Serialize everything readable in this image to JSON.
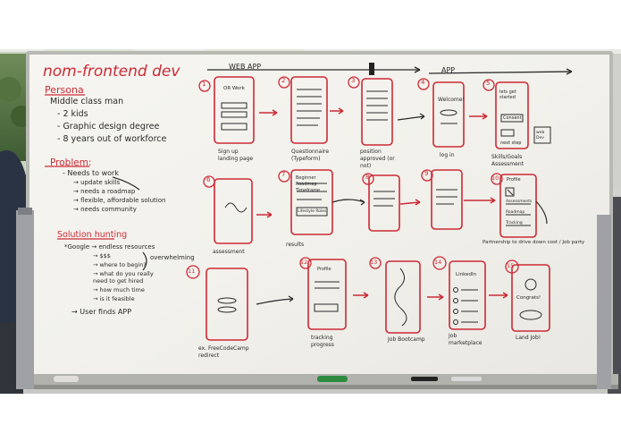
{
  "title": "nom-frontend dev",
  "persona": {
    "heading": "Persona",
    "lines": [
      "Middle class man",
      "- 2 kids",
      "- Graphic design degree",
      "- 8 years out of workforce"
    ]
  },
  "problem": {
    "heading": "Problem:",
    "lines": [
      "- Needs to work",
      "→ update skills",
      "→ needs a roadmap",
      "→ flexible, affordable solution",
      "→ needs community"
    ]
  },
  "solution": {
    "heading": "Solution hunting",
    "lines": [
      "*Google → endless resources",
      "→ $$$",
      "→ where to begin?",
      "→ what do you really need to get hired",
      "→ how much time",
      "→ is it feasible"
    ],
    "overwhelming": "overwhelming",
    "finds": "→ User finds APP"
  },
  "labels": {
    "web_app": "WEB APP",
    "app": "APP"
  },
  "steps": [
    {
      "num": "1",
      "caption": "Sign up landing page"
    },
    {
      "num": "2",
      "caption": "Questionnaire (Typeform)"
    },
    {
      "num": "3",
      "caption": "position approved (or not)"
    },
    {
      "num": "4",
      "caption": "log in"
    },
    {
      "num": "5",
      "caption": "Skills/Goals Assessment"
    },
    {
      "num": "6",
      "caption": "assessment"
    },
    {
      "num": "7",
      "caption": "results"
    },
    {
      "num": "8",
      "caption": ""
    },
    {
      "num": "9",
      "caption": ""
    },
    {
      "num": "10",
      "caption": "Partnership to drive down cost / Job party"
    },
    {
      "num": "11",
      "caption": "ex. FreeCodeCamp redirect"
    },
    {
      "num": "12",
      "caption": "tracking progress"
    },
    {
      "num": "13",
      "caption": "Job Bootcamp"
    },
    {
      "num": "14",
      "caption": "Job marketplace"
    },
    {
      "num": "15",
      "caption": "Land Job!"
    }
  ],
  "screen_text": {
    "s1": "OR Work",
    "s4": "Welcome!",
    "s5": "lets get started",
    "s5b": "Consent",
    "s5c": "next step",
    "s5d": "web Dev",
    "s7": "Beginner Roadmap Timeframe",
    "s7b": "Lifestyle Roles",
    "s10": "Profile",
    "s10b": "Assessments",
    "s10c": "Roadmap",
    "s10d": "Tracking",
    "s12": "Profile",
    "s14": "LinkedIn",
    "s15": "Congrats!"
  },
  "colors": {
    "marker_red": "#cc2a35",
    "marker_black": "#2a2a2a",
    "board": "#f2f1ec",
    "frame": "#b5b5b0"
  }
}
